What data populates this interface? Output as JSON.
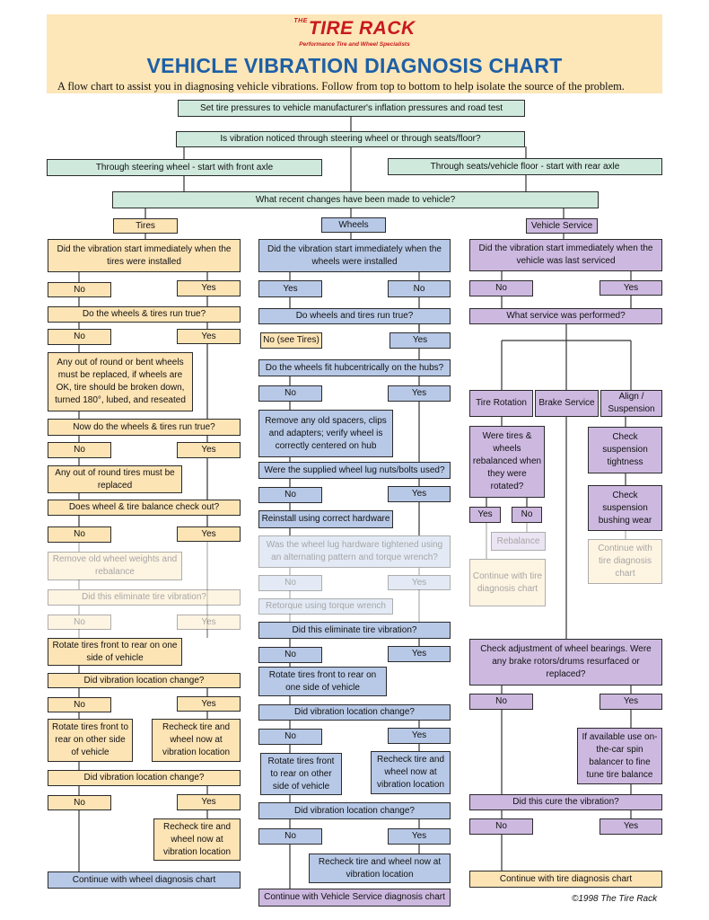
{
  "header": {
    "logo_the": "THE",
    "logo": "TIRE RACK",
    "tagline": "Performance Tire and Wheel Specialists",
    "title": "VEHICLE VIBRATION DIAGNOSIS CHART",
    "subtitle": "A flow chart to assist you in diagnosing vehicle vibrations. Follow from top to bottom to help isolate the source of the problem."
  },
  "top": {
    "set_pressures": "Set tire pressures to vehicle manufacturer's inflation pressures and road test",
    "noticed": "Is vibration noticed through steering wheel or through seats/floor?",
    "steering": "Through steering wheel - start with front axle",
    "seats": "Through seats/vehicle floor - start with rear axle",
    "changes": "What recent changes have been made to vehicle?"
  },
  "tires": {
    "header": "Tires",
    "q_installed": "Did the vibration start immediately when the tires were installed",
    "no1": "No",
    "yes1": "Yes",
    "q_run_true": "Do the wheels & tires run true?",
    "no2": "No",
    "yes2": "Yes",
    "bent": "Any out of round or bent wheels must be replaced, if wheels are OK, tire should be broken down, turned 180°, lubed, and reseated",
    "q_now_true": "Now do the wheels & tires run true?",
    "no3": "No",
    "yes3": "Yes",
    "out_round": "Any out of round tires must be replaced",
    "q_balance": "Does wheel & tire balance check out?",
    "no4": "No",
    "yes4": "Yes",
    "remove_weights": "Remove old wheel weights and rebalance",
    "q_eliminate": "Did this eliminate tire vibration?",
    "no5": "No",
    "yes5": "Yes",
    "rotate": "Rotate tires front to rear on one side of vehicle",
    "q_location": "Did vibration location change?",
    "no6": "No",
    "yes6": "Yes",
    "rotate2": "Rotate tires front to rear on other side of vehicle",
    "recheck1": "Recheck tire and wheel now at vibration location",
    "q_location2": "Did vibration location change?",
    "no7": "No",
    "yes7": "Yes",
    "recheck2": "Recheck tire and wheel now at vibration location",
    "continue": "Continue with wheel diagnosis chart"
  },
  "wheels": {
    "header": "Wheels",
    "q_installed": "Did the vibration start immediately when the wheels were installed",
    "yes1": "Yes",
    "no1": "No",
    "q_run_true": "Do wheels and tires run true?",
    "no_see": "No (see Tires)",
    "yes2": "Yes",
    "q_hub": "Do the wheels fit hubcentrically on the hubs?",
    "no3": "No",
    "yes3": "Yes",
    "spacers": "Remove any old spacers, clips and adapters; verify wheel is correctly centered on hub",
    "q_lug": "Were the supplied wheel lug nuts/bolts used?",
    "no4": "No",
    "yes4": "Yes",
    "reinstall": "Reinstall using correct hardware",
    "q_tightened": "Was the wheel lug hardware tightened using an alternating pattern and torque wrench?",
    "no5": "No",
    "yes5": "Yes",
    "retorque": "Retorque using torque wrench",
    "q_eliminate": "Did this eliminate tire vibration?",
    "no6": "No",
    "yes6": "Yes",
    "rotate": "Rotate tires front to rear on one side of vehicle",
    "q_location": "Did vibration location change?",
    "no7": "No",
    "yes7": "Yes",
    "rotate2": "Rotate tires front to rear on other side of vehicle",
    "recheck1": "Recheck tire and wheel now at vibration location",
    "q_location2": "Did vibration location change?",
    "no8": "No",
    "yes8": "Yes",
    "recheck2": "Recheck tire and wheel now at vibration location",
    "continue": "Continue with Vehicle Service diagnosis chart"
  },
  "service": {
    "header": "Vehicle  Service",
    "q_serviced": "Did the vibration start immediately when the vehicle was last serviced",
    "no1": "No",
    "yes1": "Yes",
    "q_performed": "What service was performed?",
    "tire_rotation": "Tire Rotation",
    "brake_service": "Brake Service",
    "align": "Align / Suspension",
    "q_rebalanced": "Were tires & wheels rebalanced when they were rotated?",
    "yes2": "Yes",
    "no2": "No",
    "rebalance": "Rebalance",
    "continue_tire1": "Continue with tire diagnosis chart",
    "check_tightness": "Check suspension tightness",
    "check_bushing": "Check suspension bushing wear",
    "continue_tire2": "Continue with tire diagnosis chart",
    "bearings": "Check adjustment of wheel bearings. Were any brake rotors/drums resurfaced or replaced?",
    "no3": "No",
    "yes3": "Yes",
    "spin_balancer": "If available use on-the-car spin balancer to fine tune tire balance",
    "q_cure": "Did this cure the vibration?",
    "no4": "No",
    "yes4": "Yes",
    "continue": "Continue with tire diagnosis chart"
  },
  "copyright": "©1998 The Tire Rack",
  "colors": {
    "green": "#cfe9dd",
    "orange": "#fde4b5",
    "blue": "#b8c9e7",
    "purple": "#cdb9e0",
    "title_blue": "#1c5fa6",
    "logo_red": "#c8191e"
  }
}
